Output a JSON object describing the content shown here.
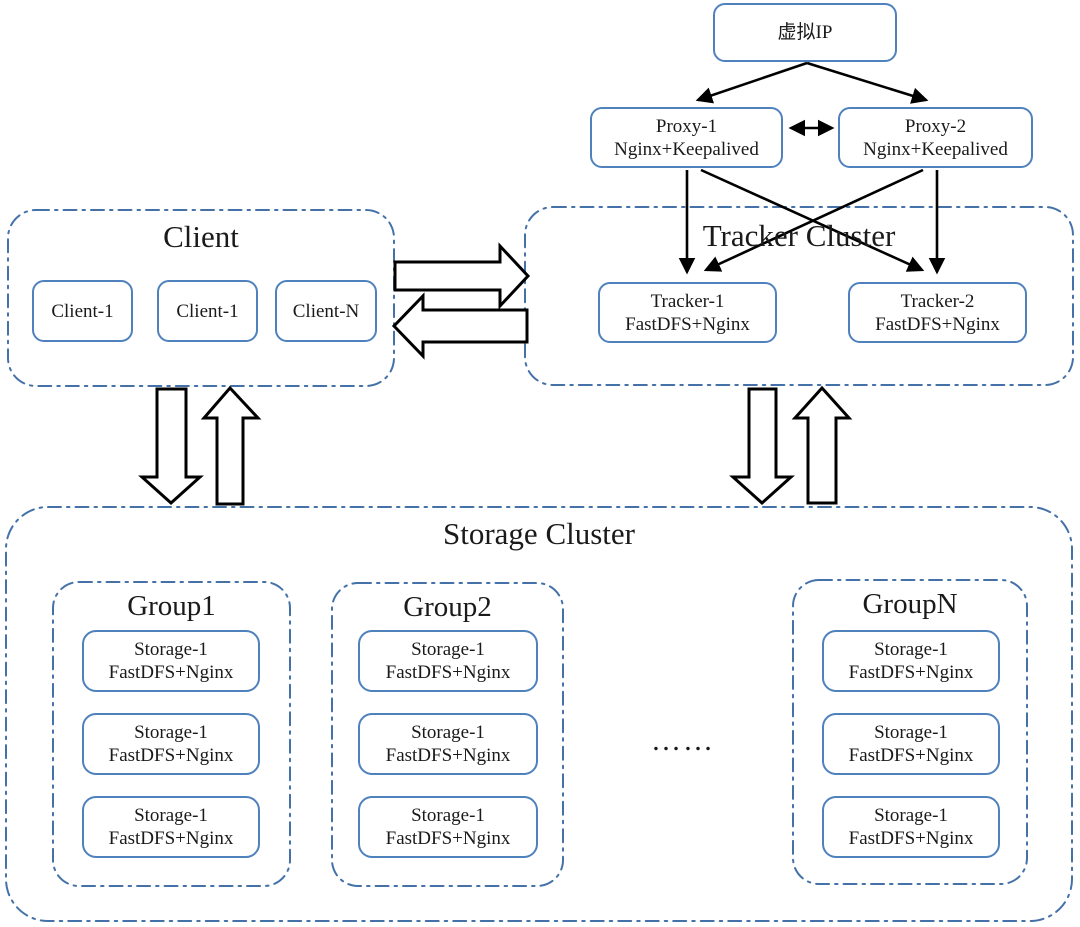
{
  "diagram": {
    "vip": {
      "label": "虚拟IP"
    },
    "proxy1": {
      "line1": "Proxy-1",
      "line2": "Nginx+Keepalived"
    },
    "proxy2": {
      "line1": "Proxy-2",
      "line2": "Nginx+Keepalived"
    },
    "client": {
      "title": "Client",
      "nodes": [
        {
          "label": "Client-1"
        },
        {
          "label": "Client-1"
        },
        {
          "label": "Client-N"
        }
      ]
    },
    "tracker": {
      "title": "Tracker Cluster",
      "nodes": [
        {
          "line1": "Tracker-1",
          "line2": "FastDFS+Nginx"
        },
        {
          "line1": "Tracker-2",
          "line2": "FastDFS+Nginx"
        }
      ]
    },
    "storage": {
      "title": "Storage Cluster",
      "ellipsis": "……",
      "groups": [
        {
          "title": "Group1",
          "nodes": [
            {
              "line1": "Storage-1",
              "line2": "FastDFS+Nginx"
            },
            {
              "line1": "Storage-1",
              "line2": "FastDFS+Nginx"
            },
            {
              "line1": "Storage-1",
              "line2": "FastDFS+Nginx"
            }
          ]
        },
        {
          "title": "Group2",
          "nodes": [
            {
              "line1": "Storage-1",
              "line2": "FastDFS+Nginx"
            },
            {
              "line1": "Storage-1",
              "line2": "FastDFS+Nginx"
            },
            {
              "line1": "Storage-1",
              "line2": "FastDFS+Nginx"
            }
          ]
        },
        {
          "title": "GroupN",
          "nodes": [
            {
              "line1": "Storage-1",
              "line2": "FastDFS+Nginx"
            },
            {
              "line1": "Storage-1",
              "line2": "FastDFS+Nginx"
            },
            {
              "line1": "Storage-1",
              "line2": "FastDFS+Nginx"
            }
          ]
        }
      ]
    }
  },
  "colors": {
    "box_border": "#4f81bd",
    "container_border": "#4472a8",
    "arrow": "#000000",
    "text": "#1a1a1a",
    "background": "#ffffff"
  }
}
